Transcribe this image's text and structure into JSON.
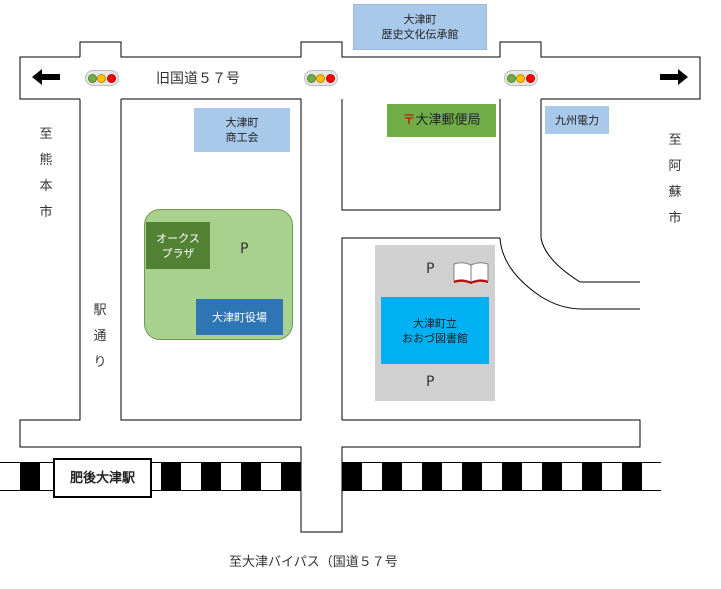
{
  "labels": {
    "top_building": [
      "大津町",
      "歴史文化伝承館"
    ],
    "road_top": "旧国道５７号",
    "to_kumamoto": [
      "至",
      "熊",
      "本",
      "市"
    ],
    "to_aso": [
      "至",
      "阿",
      "蘇",
      "市"
    ],
    "station_street": [
      "駅",
      "通",
      "り"
    ],
    "bottom_road": "至大津バイパス（国道５７号"
  },
  "places": {
    "shokokai": [
      "大津町",
      "商工会"
    ],
    "post_office": "大津郵便局",
    "post_mark": "〒",
    "kyushu_denryoku": "九州電力",
    "oaks_plaza": [
      "オークス",
      "プラザ"
    ],
    "town_hall": "大津町役場",
    "library": [
      "大津町立",
      "おおづ図書館"
    ],
    "parking_mark": "P",
    "station": "肥後大津駅"
  },
  "icons": {
    "arrow_left": "arrow-left-icon",
    "arrow_right": "arrow-right-icon",
    "traffic_light": "traffic-light-icon",
    "book": "book-icon"
  },
  "colors": {
    "blue_label": "#a9c9ea",
    "green_post": "#70ad47",
    "green_park": "#a9d18e",
    "dark_green": "#548235",
    "dark_blue": "#2e75b6",
    "cyan_library": "#00b0f0",
    "gray_lot": "#d0d0d0",
    "light_red": "#ff0000",
    "light_yellow": "#ffc000",
    "light_green": "#70ad47"
  }
}
